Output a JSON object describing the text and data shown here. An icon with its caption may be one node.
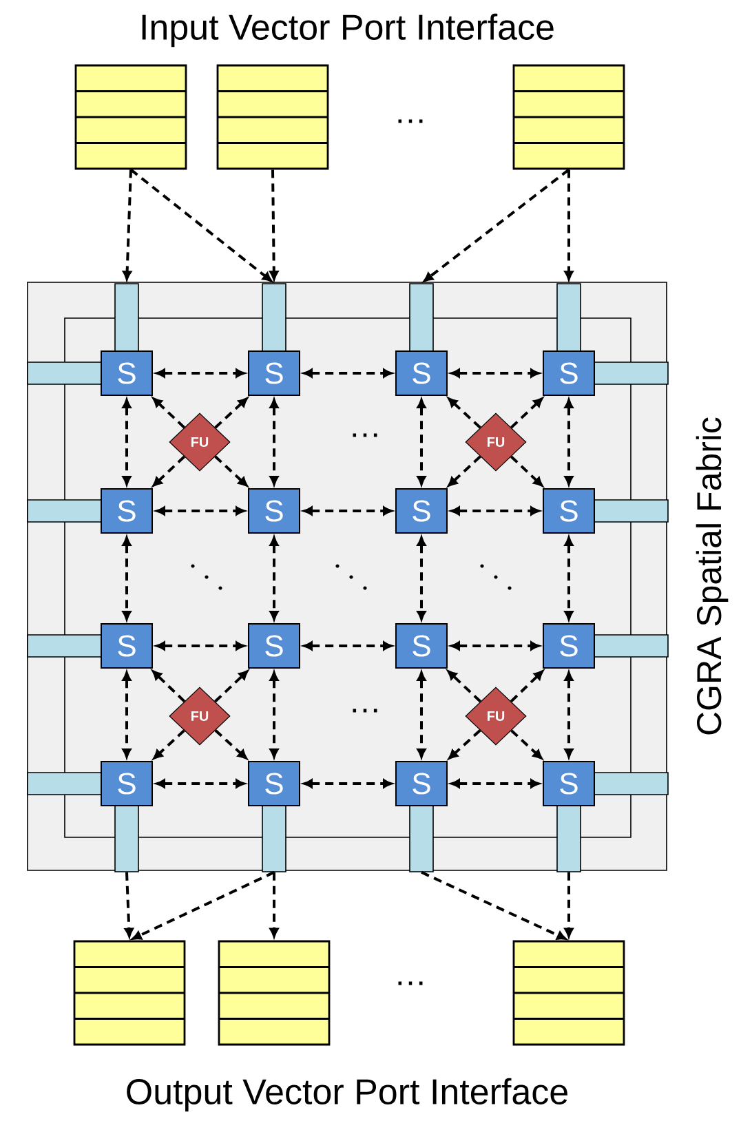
{
  "diagram": {
    "nodes": [
      {
        "text": [],
        "shape": "box"
      },
      {
        "text": [],
        "shape": "box"
      },
      {
        "text": [],
        "shape": "box"
      },
      {
        "text": [
          "CGRA Spatial Fabric"
        ]
      },
      {
        "text": [],
        "shape": "bar",
        "in": 3
      },
      {
        "text": [],
        "shape": "bar",
        "in": 3
      },
      {
        "text": [],
        "shape": "bar",
        "in": 3
      },
      {
        "text": [],
        "shape": "bar",
        "in": 3
      },
      {
        "text": [
          "S"
        ],
        "in": 3
      },
      {
        "text": [
          "S"
        ],
        "in": 3
      },
      {
        "text": [
          "S"
        ],
        "in": 3
      },
      {
        "text": [
          "S"
        ],
        "in": 3
      },
      {
        "text": [
          "S"
        ],
        "in": 3
      },
      {
        "text": [
          "S"
        ],
        "in": 3
      },
      {
        "text": [
          "S"
        ],
        "in": 3
      },
      {
        "text": [
          "S"
        ],
        "in": 3
      },
      {
        "text": [
          "S"
        ],
        "in": 3
      },
      {
        "text": [
          "S"
        ],
        "in": 3
      },
      {
        "text": [
          "S"
        ],
        "in": 3
      },
      {
        "text": [
          "S"
        ],
        "in": 3
      },
      {
        "text": [
          "S"
        ],
        "in": 3
      },
      {
        "text": [
          "S"
        ],
        "in": 3
      },
      {
        "text": [
          "S"
        ],
        "in": 3
      },
      {
        "text": [
          "S"
        ],
        "in": 3
      },
      {
        "text": [
          "FU"
        ],
        "in": 3
      },
      {
        "text": [
          "FU"
        ],
        "in": 3
      },
      {
        "text": [
          "FU"
        ],
        "in": 3
      },
      {
        "text": [
          "FU"
        ],
        "in": 3
      },
      {
        "text": [],
        "shape": "bar",
        "in": 3
      },
      {
        "text": [],
        "shape": "bar",
        "in": 3
      },
      {
        "text": [],
        "shape": "bar",
        "in": 3
      },
      {
        "text": [],
        "shape": "bar",
        "in": 3
      },
      {
        "text": [],
        "shape": "box"
      },
      {
        "text": [],
        "shape": "box"
      },
      {
        "text": [],
        "shape": "box"
      }
    ],
    "edges": [
      {
        "from": 0,
        "to": 4,
        "arrow": "to",
        "style": "dashed"
      },
      {
        "from": 0,
        "to": 5,
        "arrow": "to",
        "style": "dashed"
      },
      {
        "from": 1,
        "to": 5,
        "arrow": "to",
        "style": "dashed"
      },
      {
        "from": 2,
        "to": 6,
        "arrow": "to",
        "style": "dashed"
      },
      {
        "from": 2,
        "to": 7,
        "arrow": "to",
        "style": "dashed"
      },
      {
        "from": 8,
        "to": 9,
        "arrow": "both",
        "style": "dashed"
      },
      {
        "from": 9,
        "to": 10,
        "arrow": "both",
        "style": "dashed"
      },
      {
        "from": 10,
        "to": 11,
        "arrow": "both",
        "style": "dashed"
      },
      {
        "from": 12,
        "to": 13,
        "arrow": "both",
        "style": "dashed"
      },
      {
        "from": 13,
        "to": 14,
        "arrow": "both",
        "style": "dashed"
      },
      {
        "from": 14,
        "to": 15,
        "arrow": "both",
        "style": "dashed"
      },
      {
        "from": 16,
        "to": 17,
        "arrow": "both",
        "style": "dashed"
      },
      {
        "from": 17,
        "to": 18,
        "arrow": "both",
        "style": "dashed"
      },
      {
        "from": 18,
        "to": 19,
        "arrow": "both",
        "style": "dashed"
      },
      {
        "from": 20,
        "to": 21,
        "arrow": "both",
        "style": "dashed"
      },
      {
        "from": 21,
        "to": 22,
        "arrow": "both",
        "style": "dashed"
      },
      {
        "from": 22,
        "to": 23,
        "arrow": "both",
        "style": "dashed"
      },
      {
        "from": 8,
        "to": 12,
        "arrow": "both",
        "style": "dashed"
      },
      {
        "from": 9,
        "to": 13,
        "arrow": "both",
        "style": "dashed"
      },
      {
        "from": 10,
        "to": 14,
        "arrow": "both",
        "style": "dashed"
      },
      {
        "from": 11,
        "to": 15,
        "arrow": "both",
        "style": "dashed"
      },
      {
        "from": 12,
        "to": 16,
        "arrow": "both",
        "style": "dashed"
      },
      {
        "from": 13,
        "to": 17,
        "arrow": "both",
        "style": "dashed"
      },
      {
        "from": 14,
        "to": 18,
        "arrow": "both",
        "style": "dashed"
      },
      {
        "from": 15,
        "to": 19,
        "arrow": "both",
        "style": "dashed"
      },
      {
        "from": 16,
        "to": 20,
        "arrow": "both",
        "style": "dashed"
      },
      {
        "from": 17,
        "to": 21,
        "arrow": "both",
        "style": "dashed"
      },
      {
        "from": 18,
        "to": 22,
        "arrow": "both",
        "style": "dashed"
      },
      {
        "from": 19,
        "to": 23,
        "arrow": "both",
        "style": "dashed"
      },
      {
        "from": 24,
        "to": 8,
        "arrow": "to",
        "style": "dashed"
      },
      {
        "from": 24,
        "to": 9,
        "arrow": "to",
        "style": "dashed"
      },
      {
        "from": 24,
        "to": 12,
        "arrow": "to",
        "style": "dashed"
      },
      {
        "from": 24,
        "to": 13,
        "arrow": "to",
        "style": "dashed"
      },
      {
        "from": 25,
        "to": 10,
        "arrow": "to",
        "style": "dashed"
      },
      {
        "from": 25,
        "to": 11,
        "arrow": "to",
        "style": "dashed"
      },
      {
        "from": 25,
        "to": 14,
        "arrow": "to",
        "style": "dashed"
      },
      {
        "from": 25,
        "to": 15,
        "arrow": "to",
        "style": "dashed"
      },
      {
        "from": 26,
        "to": 16,
        "arrow": "to",
        "style": "dashed"
      },
      {
        "from": 26,
        "to": 17,
        "arrow": "to",
        "style": "dashed"
      },
      {
        "from": 26,
        "to": 20,
        "arrow": "to",
        "style": "dashed"
      },
      {
        "from": 26,
        "to": 21,
        "arrow": "to",
        "style": "dashed"
      },
      {
        "from": 27,
        "to": 18,
        "arrow": "to",
        "style": "dashed"
      },
      {
        "from": 27,
        "to": 19,
        "arrow": "to",
        "style": "dashed"
      },
      {
        "from": 27,
        "to": 22,
        "arrow": "to",
        "style": "dashed"
      },
      {
        "from": 27,
        "to": 23,
        "arrow": "to",
        "style": "dashed"
      },
      {
        "from": 28,
        "to": 32,
        "arrow": "to",
        "style": "dashed"
      },
      {
        "from": 29,
        "to": 32,
        "arrow": "to",
        "style": "dashed"
      },
      {
        "from": 29,
        "to": 33,
        "arrow": "to",
        "style": "dashed"
      },
      {
        "from": 30,
        "to": 34,
        "arrow": "to",
        "style": "dashed"
      },
      {
        "from": 31,
        "to": 34,
        "arrow": "to",
        "style": "dashed"
      }
    ],
    "labels": [
      "Input Vector Port Interface",
      "…",
      "…",
      "…",
      "…",
      "Output Vector Port Interface"
    ]
  }
}
